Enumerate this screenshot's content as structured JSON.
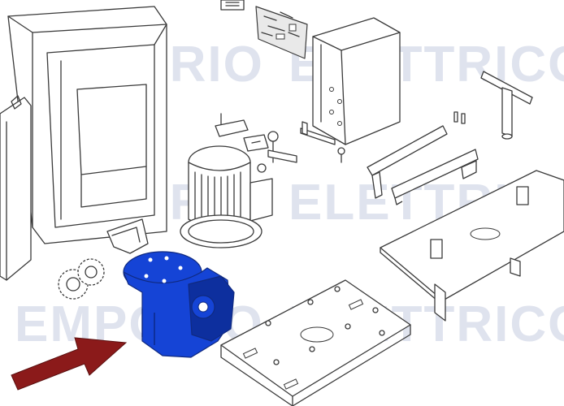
{
  "watermark": {
    "text_left": "EMPORIO",
    "text_right": "ELETTRICO",
    "color": "#dfe3ee"
  },
  "colors": {
    "highlight_part": "#1544d6",
    "highlight_part_shadow": "#0d2f9e",
    "arrow": "#8b1a1a",
    "line": "#3a3a3a"
  },
  "highlighted_part": {
    "icon": "reduction-gearbox"
  },
  "pointer": {
    "icon": "red-arrow-icon"
  }
}
